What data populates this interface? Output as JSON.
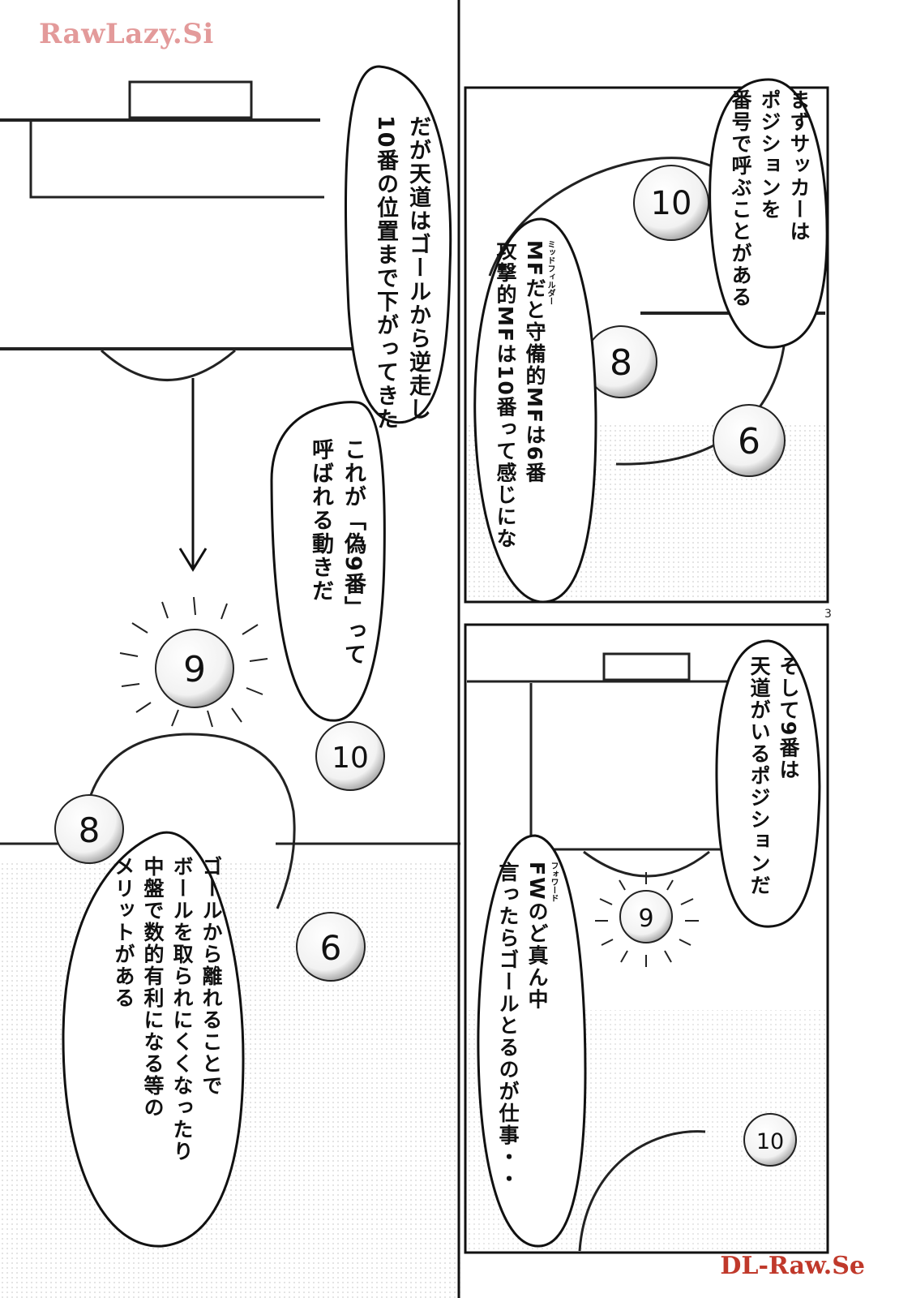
{
  "watermarks": {
    "top_left": "RawLazy.Si",
    "bottom_right": "DL-Raw.Se"
  },
  "page_number": "3",
  "bubbles": {
    "false_nine_1": "だが天道はゴールから逆走し\n10番の位置まで下がってきた",
    "false_nine_2": "これが「偽9番」って\n呼ばれる動きだ",
    "merit": "ゴールから離れることで\nボールを取られにくくなったり\n中盤で数的有利になる等の\nメリットがある",
    "numbering_intro": "まずサッカーは\nポジションを\n番号で呼ぶことがある",
    "midfield_numbers": "MFだと守備的MFは6番\n攻撃的MFは10番って感じにな",
    "nine_position": "そして9番は\n天道がいるポジションだ",
    "forward_role": "FWのど真ん中\n言ったらゴールとるのが仕事・・"
  },
  "furigana": {
    "mf": "ミッドフィルダー",
    "fw": "フォワード"
  },
  "balls": {
    "left_nine": "9",
    "left_ten": "10",
    "left_eight": "8",
    "left_six": "6",
    "tr_ten": "10",
    "tr_eight": "8",
    "tr_six": "6",
    "br_nine": "9",
    "br_ten": "10"
  },
  "colors": {
    "top_watermark": "#e39a9a",
    "bottom_watermark": "#c0392b"
  }
}
